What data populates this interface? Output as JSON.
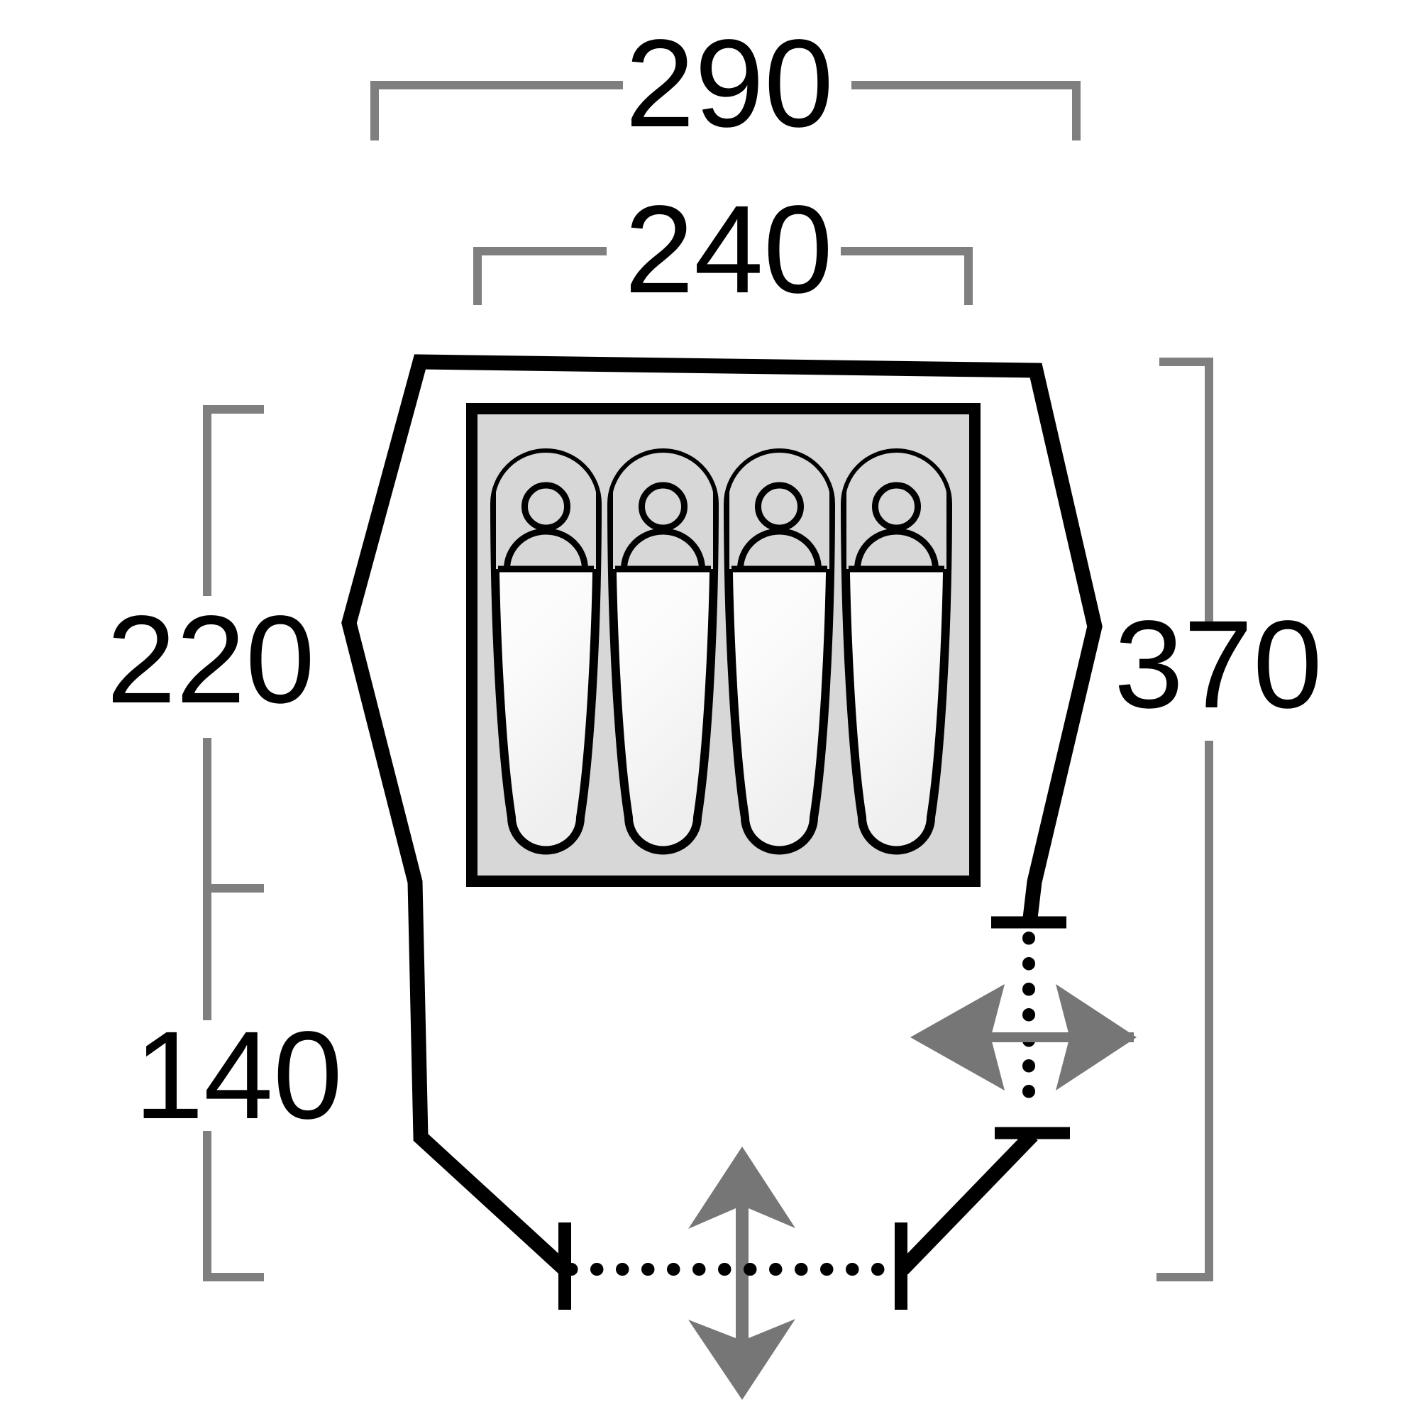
{
  "diagram": {
    "type": "tent-floorplan-top-view",
    "sleeping_capacity": 4,
    "door_count": 2,
    "dimensions": {
      "outer_width": {
        "label": "290"
      },
      "inner_width": {
        "label": "240"
      },
      "inner_depth": {
        "label": "220"
      },
      "porch_depth": {
        "label": "140"
      },
      "total_depth": {
        "label": "370"
      }
    },
    "colors": {
      "outline_black": "#000000",
      "dimension_gray": "#7f7f7f",
      "arrow_gray": "#767676",
      "cabin_fill": "#d7d7d7",
      "background": "#ffffff"
    }
  }
}
